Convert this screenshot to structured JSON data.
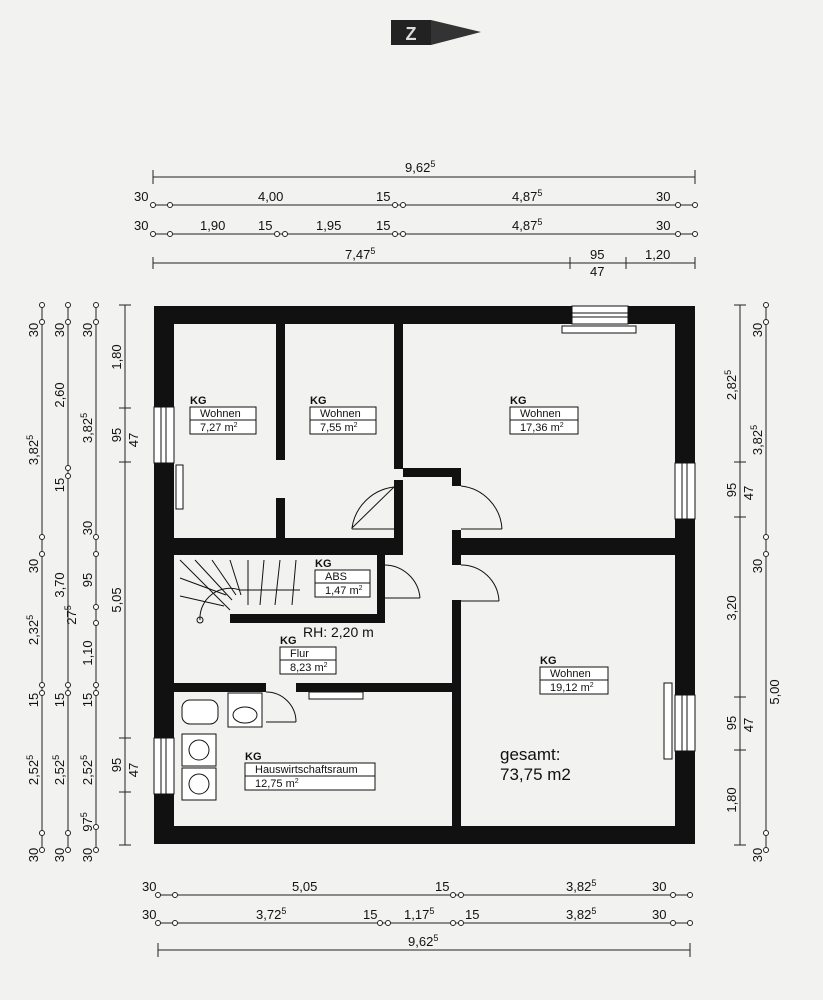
{
  "north": {
    "letter": "Z"
  },
  "dims": {
    "top1": {
      "a": "9,62",
      "a_sup": "5"
    },
    "top2": {
      "a": "30",
      "b": "4,00",
      "c": "15",
      "d": "4,87",
      "d_sup": "5",
      "e": "30"
    },
    "top3": {
      "a": "30",
      "b": "1,90",
      "c": "15",
      "d": "1,95",
      "e": "15",
      "f": "4,87",
      "f_sup": "5",
      "g": "30"
    },
    "top4": {
      "a": "7,47",
      "a_sup": "5",
      "b": "95",
      "b2": "47",
      "c": "1,20"
    },
    "bot1": {
      "a": "30",
      "b": "5,05",
      "c": "15",
      "d": "3,82",
      "d_sup": "5",
      "e": "30"
    },
    "bot2": {
      "a": "30",
      "b": "3,72",
      "b_sup": "5",
      "c": "15",
      "d": "1,17",
      "d_sup": "5",
      "e": "15",
      "f": "3,82",
      "f_sup": "5",
      "g": "30"
    },
    "bot3": {
      "a": "9,62",
      "a_sup": "5"
    },
    "left1": {
      "a": "30",
      "b": "3,82",
      "b_sup": "5",
      "c": "30",
      "d": "2,32",
      "d_sup": "5",
      "e": "15",
      "f": "2,52",
      "f_sup": "5",
      "g": "30"
    },
    "left2": {
      "a": "30",
      "b": "2,60",
      "c": "15",
      "d": "3,70",
      "e": "15",
      "f": "2,52",
      "f_sup": "5",
      "g": "30"
    },
    "left3": {
      "a": "30",
      "b": "3,82",
      "b_sup": "5",
      "c": "30",
      "d": "95",
      "e": "27",
      "e_sup": "5",
      "f": "1,10",
      "g": "15",
      "h": "2,52",
      "h_sup": "5",
      "i": "97",
      "i_sup": "5",
      "j": "30"
    },
    "left4": {
      "a": "1,80",
      "b": "95",
      "c": "47",
      "d": "5,05",
      "e": "95",
      "f": "47"
    },
    "right1": {
      "a": "2,82",
      "a_sup": "5",
      "b": "95",
      "c": "47",
      "d": "3,20",
      "e": "95",
      "f": "47",
      "g": "1,80"
    },
    "right2": {
      "a": "30",
      "b": "3,82",
      "b_sup": "5",
      "c": "30",
      "d": "5,00",
      "e": "30"
    }
  },
  "rooms": [
    {
      "level": "KG",
      "name": "Wohnen",
      "area": "7,27 m",
      "area_sup": "2"
    },
    {
      "level": "KG",
      "name": "Wohnen",
      "area": "7,55 m",
      "area_sup": "2"
    },
    {
      "level": "KG",
      "name": "Wohnen",
      "area": "17,36 m",
      "area_sup": "2"
    },
    {
      "level": "KG",
      "name": "ABS",
      "area": "1,47 m",
      "area_sup": "2"
    },
    {
      "level": "KG",
      "name": "Flur",
      "area": "8,23 m",
      "area_sup": "2"
    },
    {
      "level": "KG",
      "name": "Wohnen",
      "area": "19,12 m",
      "area_sup": "2"
    },
    {
      "level": "KG",
      "name": "Hauswirtschaftsraum",
      "area": "12,75 m",
      "area_sup": "2"
    }
  ],
  "room_height": "RH: 2,20 m",
  "total": {
    "label": "gesamt:",
    "value": "73,75 m2"
  }
}
